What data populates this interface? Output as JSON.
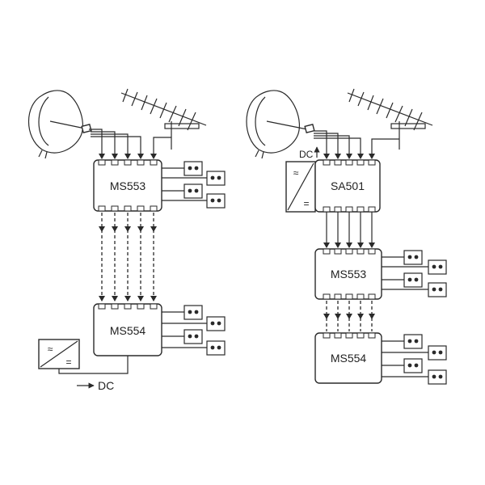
{
  "left_system": {
    "switch_top": {
      "label": "MS553"
    },
    "switch_bottom": {
      "label": "MS554"
    },
    "psu": {
      "ac_symbol": "≈",
      "dc_symbol": "="
    },
    "dc_label": "DC"
  },
  "right_system": {
    "amplifier": {
      "label": "SA501"
    },
    "switch_mid": {
      "label": "MS553"
    },
    "switch_bottom": {
      "label": "MS554"
    },
    "psu": {
      "ac_symbol": "≈",
      "dc_symbol": "="
    },
    "dc_label": "DC"
  },
  "colors": {
    "line": "#2a2a2a",
    "background": "#ffffff"
  }
}
